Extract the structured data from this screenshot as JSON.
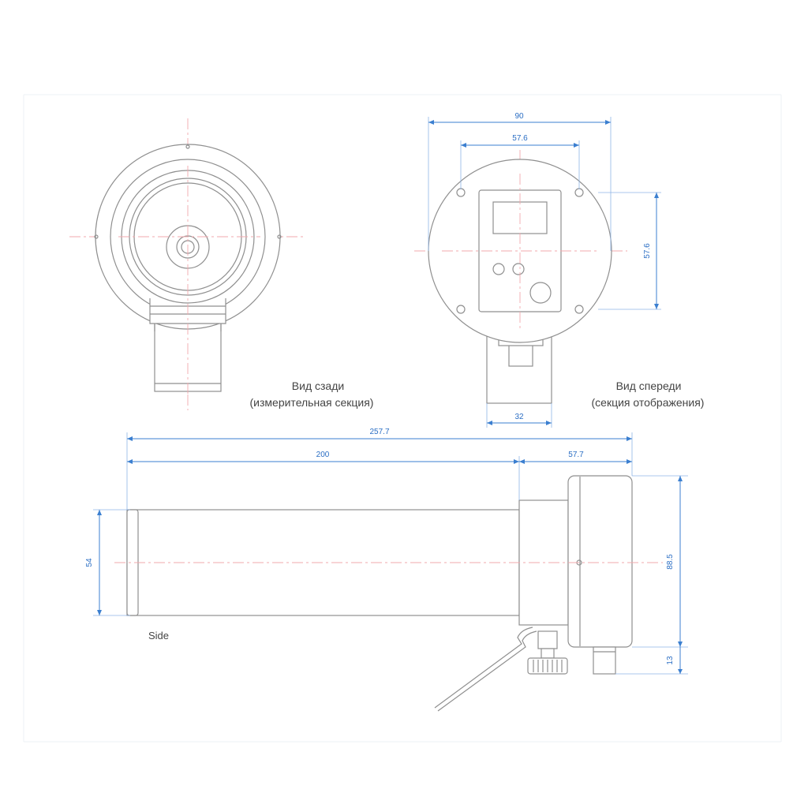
{
  "views": {
    "rear": {
      "title": "Вид сзади",
      "subtitle": "(измерительная секция)"
    },
    "front": {
      "title": "Вид спереди",
      "subtitle": "(секция отображения)"
    },
    "side": {
      "title": "Side"
    }
  },
  "dimensions": {
    "front_width": "90",
    "front_hole_spacing_h": "57.6",
    "front_hole_spacing_v": "57.6",
    "front_handle_width": "32",
    "overall_length": "257.7",
    "tube_length": "200",
    "head_length": "57.7",
    "tube_diameter": "54",
    "head_height": "88.5",
    "connector_height": "13"
  },
  "colors": {
    "outline": "#8f8f8f",
    "centerline": "#f2a8ad",
    "dimension": "#3b7fd0",
    "caption": "#444444"
  }
}
